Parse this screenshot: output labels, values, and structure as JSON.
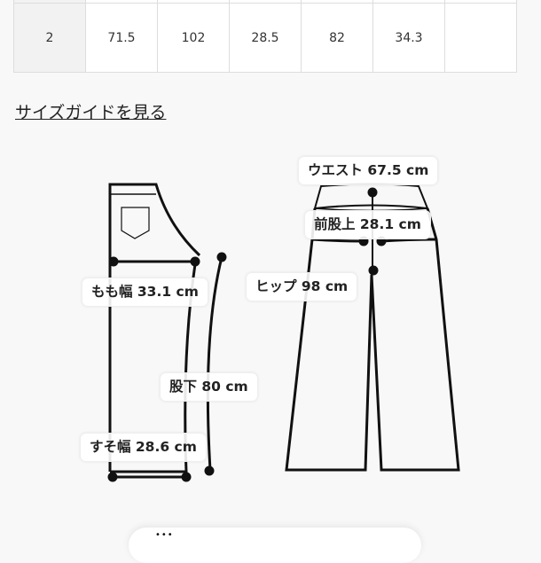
{
  "size_table": {
    "row": [
      "2",
      "71.5",
      "102",
      "28.5",
      "82",
      "34.3",
      ""
    ]
  },
  "size_guide_link": "サイズガイドを見る",
  "measurements": {
    "thigh": "もも幅 33.1 cm",
    "inseam": "股下 80 cm",
    "hem": "すそ幅 28.6 cm",
    "waist": "ウエスト 67.5 cm",
    "front_rise": "前股上 28.1 cm",
    "hip": "ヒップ 98 cm"
  },
  "bottom_icon": "dotted-spinner-icon"
}
